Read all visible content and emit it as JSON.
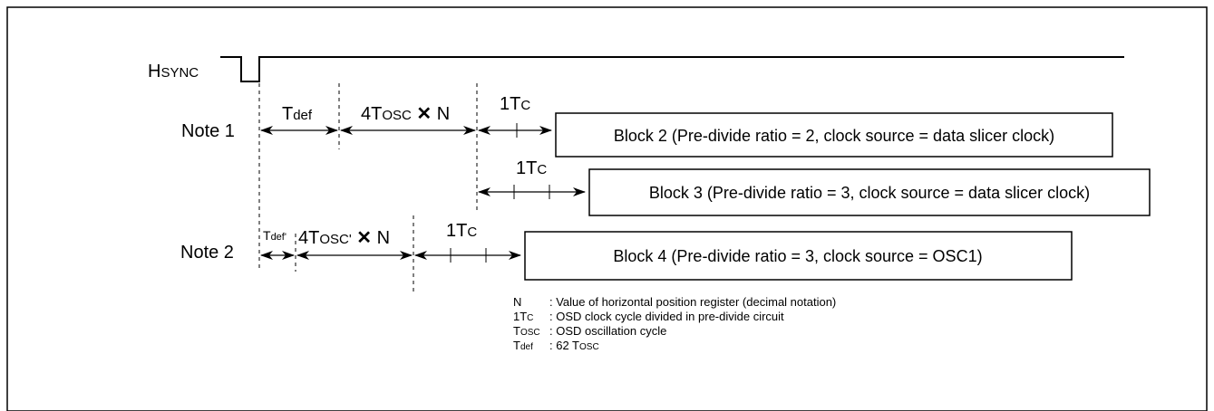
{
  "signal": {
    "name_main": "H",
    "name_small": "SYNC"
  },
  "notes": {
    "note1": "Note 1",
    "note2": "Note 2"
  },
  "intervals": {
    "tdef_main": "T",
    "tdef_sub": "def",
    "tosc_prefix": "4T",
    "tosc_small": "OSC",
    "tosc_suffix": " N",
    "tdef2_main": "T",
    "tdef2_sub": "def'",
    "tosc2_prefix": "4T",
    "tosc2_small": "OSC'",
    "tosc2_suffix": " N",
    "times_symbol": "✕",
    "tc_prefix": "1T",
    "tc_suffix": "C"
  },
  "blocks": [
    {
      "label": "Block 2 (Pre-divide ratio = 2, clock source = data slicer clock)"
    },
    {
      "label": "Block 3 (Pre-divide ratio = 3, clock source = data slicer clock)"
    },
    {
      "label": "Block 4 (Pre-divide ratio = 3, clock source = OSC1)"
    }
  ],
  "legend": [
    {
      "key": "N",
      "key_sub": "",
      "desc": ": Value of horizontal position register (decimal notation)"
    },
    {
      "key": "1T",
      "key_sub": "C",
      "desc": ": OSD clock cycle divided in pre-divide circuit"
    },
    {
      "key": "T",
      "key_sub": "OSC",
      "desc": ": OSD oscillation cycle"
    },
    {
      "key": "T",
      "key_sub": "def",
      "desc": ": 62 T",
      "desc_small": "OSC"
    }
  ]
}
